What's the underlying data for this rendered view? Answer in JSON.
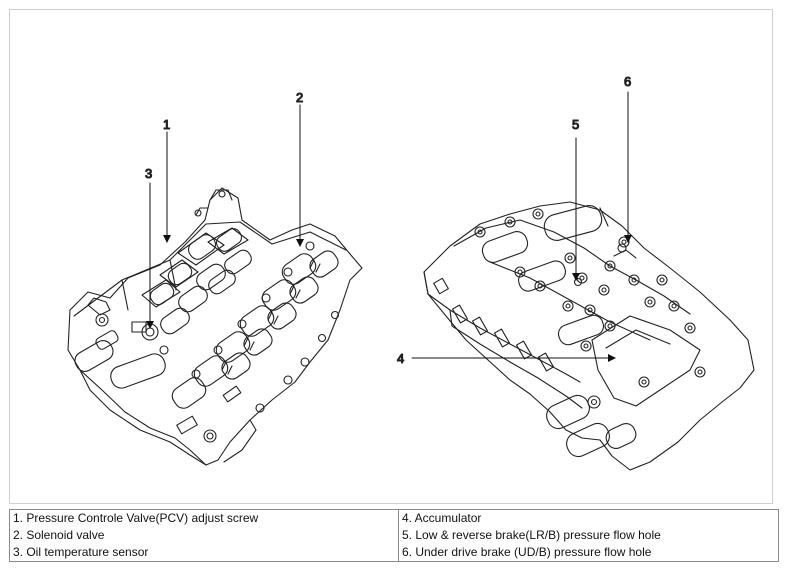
{
  "figure": {
    "callouts": [
      {
        "id": "1",
        "label": "1"
      },
      {
        "id": "2",
        "label": "2"
      },
      {
        "id": "3",
        "label": "3"
      },
      {
        "id": "4",
        "label": "4"
      },
      {
        "id": "5",
        "label": "5"
      },
      {
        "id": "6",
        "label": "6"
      }
    ]
  },
  "legend": {
    "rows": [
      {
        "left": "1. Pressure Controle Valve(PCV) adjust screw",
        "right": "4. Accumulator"
      },
      {
        "left": "2. Solenoid valve",
        "right": "5. Low & reverse brake(LR/B) pressure flow hole"
      },
      {
        "left": "3. Oil temperature sensor",
        "right": "6. Under drive brake (UD/B) pressure flow hole"
      }
    ]
  }
}
